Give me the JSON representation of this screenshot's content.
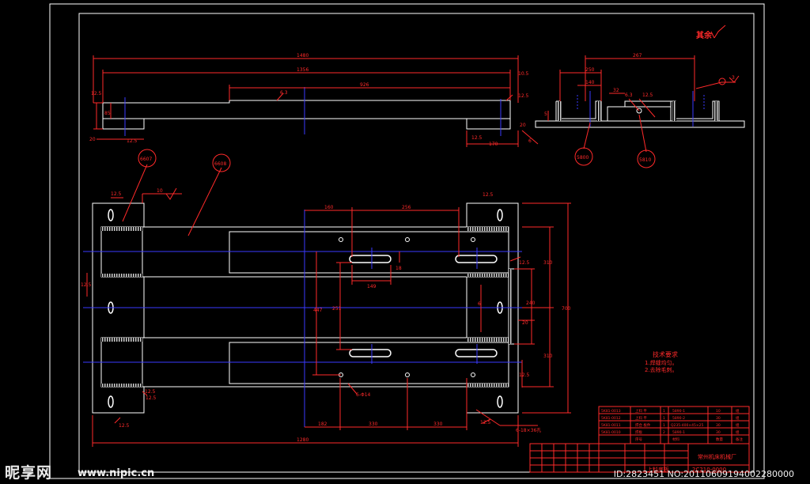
{
  "colors": {
    "background": "#000000",
    "outline": "#ffffff",
    "dimension": "#ff2a2a",
    "centerline": "#3a3aff",
    "callout": "#ff0000"
  },
  "roughness_note": "其余",
  "top_view": {
    "dims": {
      "overall": "1480",
      "inner": "1356",
      "middle": "926",
      "left_h1": "12.5",
      "left_h2": "85",
      "left_h3": "20",
      "left_bot": "12.5",
      "right_top": "10.5",
      "right_mid": "12.5",
      "right_bot1": "12.5",
      "right_bot2": "170",
      "right_end": "20",
      "right_rough": "6",
      "mid_rough": "6.3"
    }
  },
  "side_view": {
    "dims": {
      "overall": "267",
      "inner": "250",
      "chan": "140",
      "gap": "32",
      "side": "5",
      "rough1": "6.3",
      "rough2": "12.5",
      "rough3": "3"
    },
    "callouts": [
      "5800",
      "5810"
    ]
  },
  "plan_view": {
    "callouts": [
      "6607",
      "6608"
    ],
    "dims": {
      "top_a": "160",
      "top_b": "256",
      "slot": "149",
      "slot_h": "18",
      "left_rough": "12.5",
      "left_weld": "10",
      "left_rough2": "12.5",
      "right_top_rough": "12.5",
      "right_mid_rough": "12.5",
      "right_dim_310a": "310",
      "right_dim_240": "240",
      "right_dim_20": "20",
      "right_dim_310b": "310",
      "right_overall": "700",
      "bottom_left": "12.5",
      "bottom_left2": "12.5",
      "bottom_left3": "12.5",
      "bottom_right": "12.5",
      "bottom_right2": "12.5",
      "vert_447": "447",
      "vert_251": "251",
      "hole_6": "6",
      "hole_note": "6-Φ14",
      "slot_note": "6-18×36孔",
      "bot_182": "182",
      "bot_330": "330",
      "bot_330b": "330",
      "overall_bottom": "1280"
    }
  },
  "tech_req": {
    "title": "技术要求",
    "items": [
      "1.焊缝均匀。",
      "2.去除毛刺。"
    ]
  },
  "title_block": {
    "company": "常州机床机械厂",
    "drawing_no": "2C210-0000",
    "part_name": "上料底板",
    "parts_rows": [
      [
        "5K81-0013",
        "上料 平",
        "1",
        "5890-1",
        "10",
        "组"
      ],
      [
        "5K81-0012",
        "上料 平",
        "1",
        "5890-2",
        "30",
        "组"
      ],
      [
        "5K81-0011",
        "焊合 板件",
        "1",
        "Q235-400×45×25",
        "30",
        "组"
      ],
      [
        "5K81-0010",
        "焊板",
        "2",
        "5890-1",
        "30",
        "组"
      ],
      [
        "",
        "序号",
        "",
        "材料",
        "数量",
        "备注"
      ]
    ]
  },
  "watermark": {
    "left": "昵享网",
    "url": "www.nipic.cn",
    "id": "ID:2823451 NO:20110609194002280000"
  }
}
